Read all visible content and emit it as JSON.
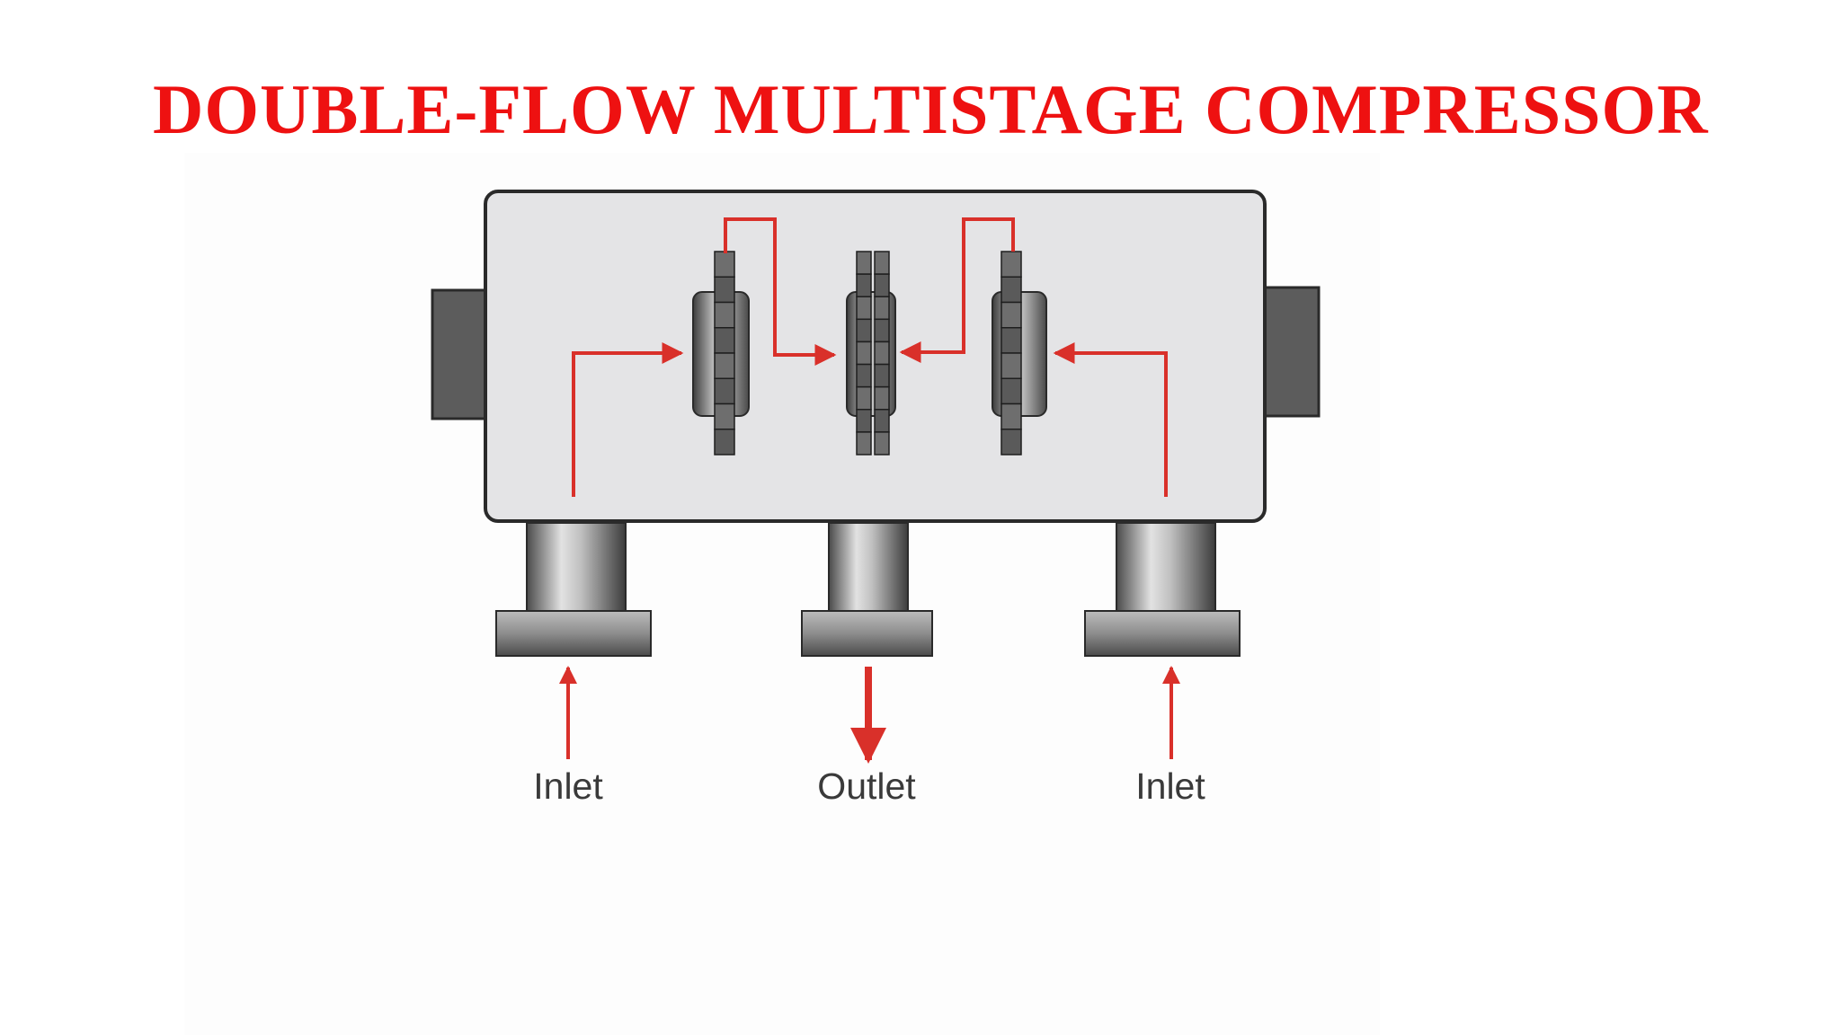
{
  "slide": {
    "title": "DOUBLE-FLOW MULTISTAGE COMPRESSOR"
  },
  "diagram": {
    "labels": {
      "inlet_left": "Inlet",
      "outlet": "Outlet",
      "inlet_right": "Inlet"
    }
  },
  "colors": {
    "title": "#ee1111",
    "flow_arrow": "#d9302a",
    "casing_fill": "#e4e4e6",
    "casing_stroke": "#2a2a2a",
    "bearing": "#5c5c5c",
    "label_text": "#3a3a3a",
    "metal_light": "#e6e6e6",
    "metal_dark": "#3f3f3f"
  }
}
